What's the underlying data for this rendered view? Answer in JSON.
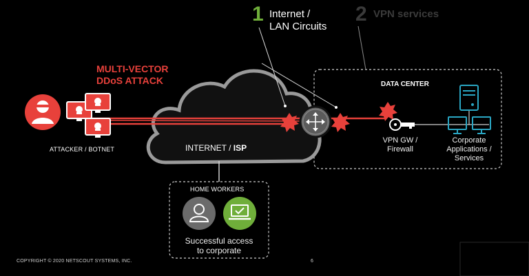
{
  "steps": [
    {
      "number": "1",
      "label_line1": "Internet /",
      "label_line2": "LAN Circuits"
    },
    {
      "number": "2",
      "label": "VPN services"
    }
  ],
  "attack": {
    "line1": "MULTI-VECTOR",
    "line2": "DDoS ATTACK"
  },
  "attacker_label": "ATTACKER / BOTNET",
  "cloud": {
    "label_prefix": "INTERNET / ",
    "label_bold": "ISP"
  },
  "data_center": {
    "title": "DATA CENTER",
    "vpn_line1": "VPN GW /",
    "vpn_line2": "Firewall",
    "apps_line1": "Corporate",
    "apps_line2": "Applications /",
    "apps_line3": "Services"
  },
  "home_workers": {
    "title": "HOME WORKERS",
    "caption_line1": "Successful access",
    "caption_line2": "to corporate"
  },
  "footer": {
    "copyright": "COPYRIGHT © 2020 NETSCOUT SYSTEMS, INC.",
    "page": "6"
  },
  "colors": {
    "accent_green": "#6fae3a",
    "attack_red": "#e8413b",
    "teal": "#2aa7c4"
  }
}
